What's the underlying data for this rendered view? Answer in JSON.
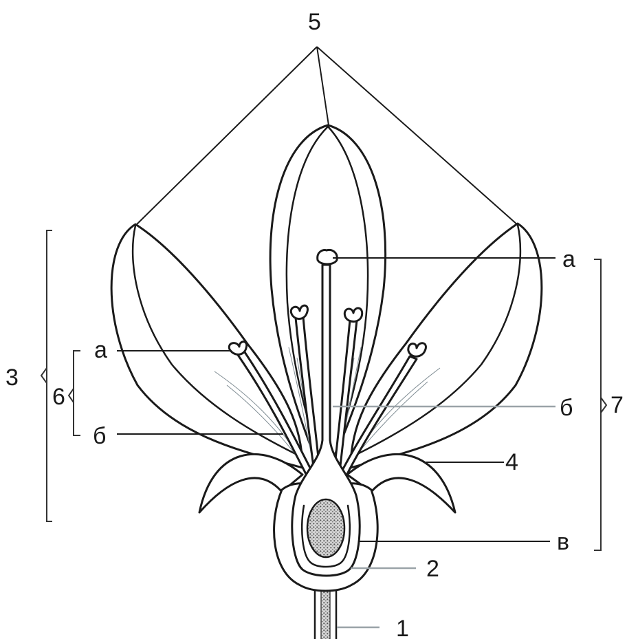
{
  "labels": {
    "l5": "5",
    "l3": "3",
    "l6": "6",
    "l7": "7",
    "l4": "4",
    "l2": "2",
    "l1": "1",
    "stamen_a": "а",
    "stamen_b": "б",
    "pistil_a": "а",
    "pistil_b": "б",
    "pistil_v": "в"
  },
  "colors": {
    "ink": "#1a1a1a",
    "grey_leader": "#9aa3a8",
    "ovule_fill": "#9a9a9a"
  }
}
